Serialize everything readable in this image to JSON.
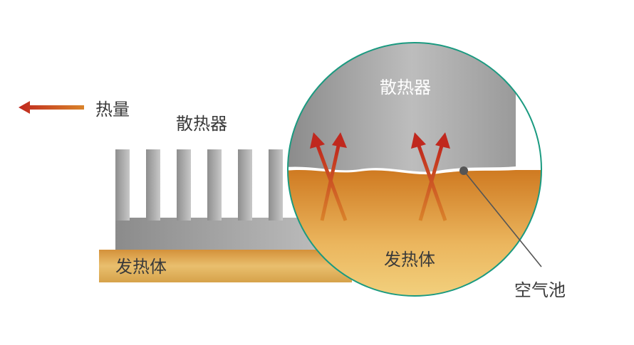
{
  "legend": {
    "arrow_label": "热量"
  },
  "left_view": {
    "heatsink_label": "散热器",
    "heat_source_label": "发热体"
  },
  "zoom_view": {
    "heatsink_label": "散热器",
    "heat_source_label": "发热体"
  },
  "callout": {
    "label": "空气池"
  },
  "colors": {
    "heat_arrow_start": "#c0281e",
    "heat_arrow_end": "#d9832a",
    "circle_border": "#1a9a80",
    "heatsink_light": "#bdbdbd",
    "heatsink_dark": "#8f8f8f",
    "heat_source_top": "#d07d22",
    "heat_source_bottom": "#f1d07c"
  }
}
